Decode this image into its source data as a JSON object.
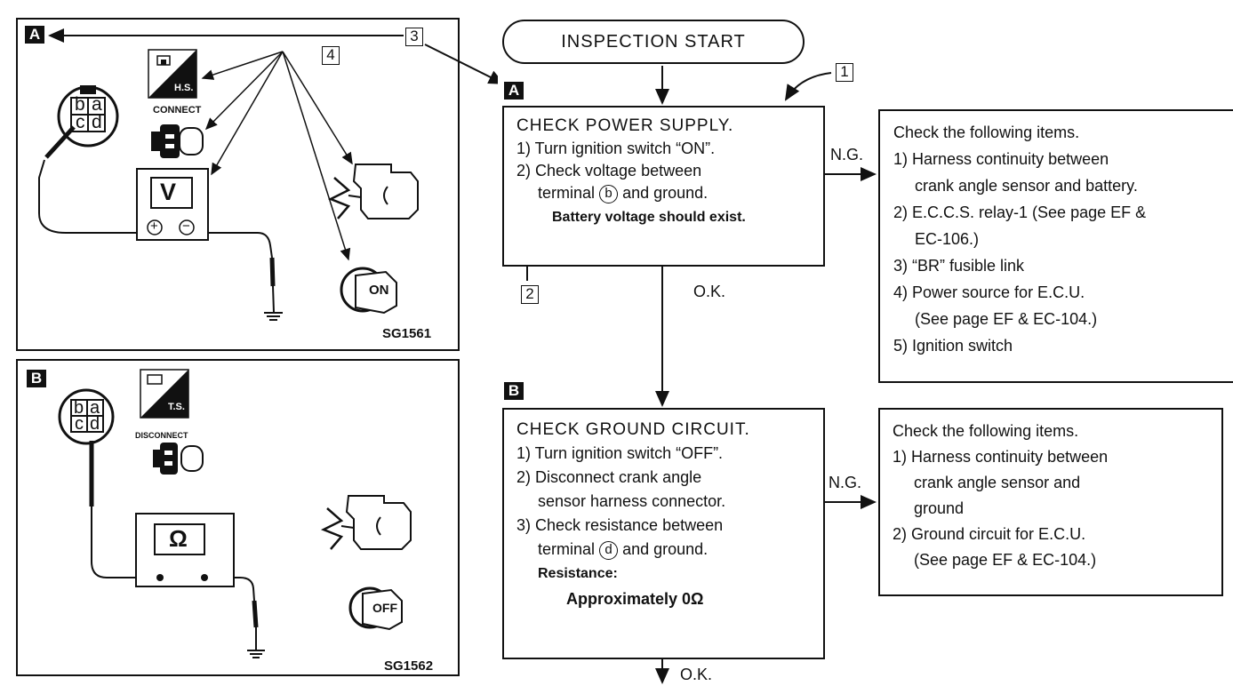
{
  "panelA": {
    "tag": "A",
    "num3": "3",
    "num4": "4",
    "hs_label": "H.S.",
    "connect_label": "CONNECT",
    "connector_pins": [
      "b",
      "a",
      "c",
      "d"
    ],
    "meter_label": "V",
    "meter_plus": "+",
    "meter_minus": "−",
    "switch_label": "ON",
    "figure_code": "SG1561"
  },
  "panelB": {
    "tag": "B",
    "ts_label": "T.S.",
    "disconnect_label": "DISCONNECT",
    "connector_pins": [
      "b",
      "a",
      "c",
      "d"
    ],
    "meter_label": "Ω",
    "switch_label": "OFF",
    "figure_code": "SG1562"
  },
  "flow": {
    "start": "INSPECTION START",
    "num1": "1",
    "num2": "2",
    "tagA": "A",
    "tagB": "B",
    "ng1": "N.G.",
    "ng2": "N.G.",
    "ok1": "O.K.",
    "ok2": "O.K.",
    "step1": {
      "title": "CHECK POWER SUPPLY.",
      "l1": "1) Turn ignition switch “ON”.",
      "l2": "2) Check voltage between",
      "l3a": "terminal",
      "l3c": "b",
      "l3b": "and ground.",
      "l4": "Battery voltage should exist."
    },
    "step2": {
      "title": "CHECK GROUND CIRCUIT.",
      "l1": "1) Turn ignition switch “OFF”.",
      "l2": "2) Disconnect crank angle",
      "l3": "sensor harness connector.",
      "l4": "3) Check resistance between",
      "l5a": "terminal",
      "l5c": "d",
      "l5b": "and ground.",
      "l6": "Resistance:",
      "l7": "Approximately 0Ω"
    },
    "ng_box1": {
      "title": "Check the following items.",
      "i1a": "1) Harness continuity between",
      "i1b": "crank angle sensor and battery.",
      "i2a": "2) E.C.C.S. relay-1 (See page EF &",
      "i2b": "EC-106.)",
      "i3": "3) “BR” fusible link",
      "i4a": "4) Power source for E.C.U.",
      "i4b": "(See page EF & EC-104.)",
      "i5": "5) Ignition switch"
    },
    "ng_box2": {
      "title": "Check the following items.",
      "i1a": "1) Harness continuity between",
      "i1b": "crank angle sensor and",
      "i1c": "ground",
      "i2a": "2) Ground circuit for E.C.U.",
      "i2b": "(See page EF & EC-104.)"
    }
  }
}
